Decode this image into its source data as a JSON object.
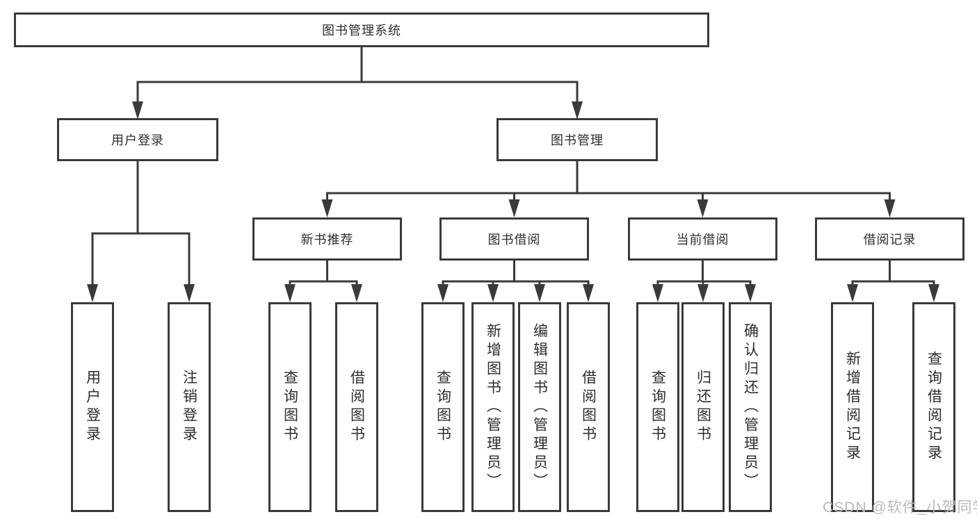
{
  "tree": {
    "root": {
      "label": "图书管理系统"
    },
    "children": [
      {
        "label": "用户登录",
        "children": [
          {
            "label": "用户登录"
          },
          {
            "label": "注销登录"
          }
        ]
      },
      {
        "label": "图书管理",
        "children": [
          {
            "label": "新书推荐",
            "children": [
              {
                "label": "查询图书"
              },
              {
                "label": "借阅图书"
              }
            ]
          },
          {
            "label": "图书借阅",
            "children": [
              {
                "label": "查询图书"
              },
              {
                "label": "新增图书（管理员）"
              },
              {
                "label": "编辑图书（管理员）"
              },
              {
                "label": "借阅图书"
              }
            ]
          },
          {
            "label": "当前借阅",
            "children": [
              {
                "label": "查询图书"
              },
              {
                "label": "归还图书"
              },
              {
                "label": "确认归还（管理员）"
              }
            ]
          },
          {
            "label": "借阅记录",
            "children": [
              {
                "label": "新增借阅记录"
              },
              {
                "label": "查询借阅记录"
              }
            ]
          }
        ]
      }
    ]
  },
  "watermark": {
    "text": "CSDN @软件_小贺同学"
  },
  "colors": {
    "line": "#3a3a3a",
    "box_border": "#3a3a3a",
    "text": "#2d2d2d",
    "watermark": "#b9b9b9",
    "background": "#ffffff"
  }
}
